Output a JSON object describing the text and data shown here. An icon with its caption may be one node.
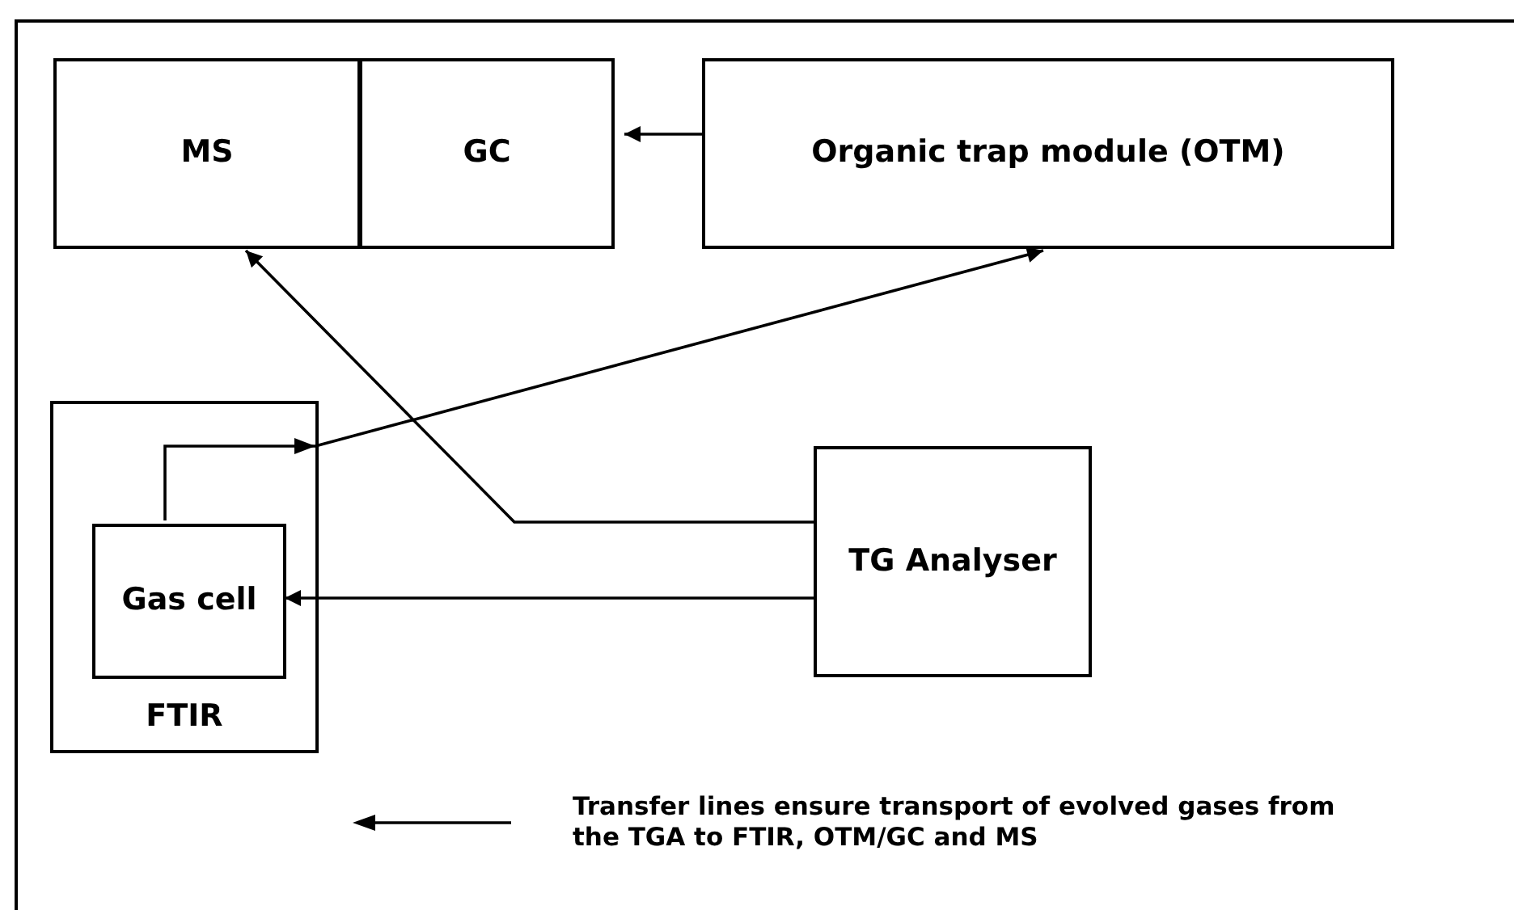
{
  "diagram": {
    "nodes": [
      {
        "text": [
          "MS"
        ]
      },
      {
        "text": [
          "GC"
        ]
      },
      {
        "text": [
          "Organic trap module (OTM)"
        ]
      },
      {
        "text": [
          "FTIR"
        ]
      },
      {
        "text": [
          "Gas cell"
        ],
        "in": 3
      },
      {
        "text": [
          "TG Analyser"
        ]
      }
    ],
    "edges": [
      {
        "from": 2,
        "to": 1,
        "arrow": "to"
      },
      {
        "from": 5,
        "to": 0,
        "arrow": "to"
      },
      {
        "from": 5,
        "to": 4,
        "arrow": "to"
      },
      {
        "from": 4,
        "to": 2,
        "arrow": "to"
      }
    ],
    "legend": [
      {
        "text": "Transfer lines ensure transport of evolved gases from the TGA to FTIR, OTM/GC and MS"
      }
    ]
  }
}
